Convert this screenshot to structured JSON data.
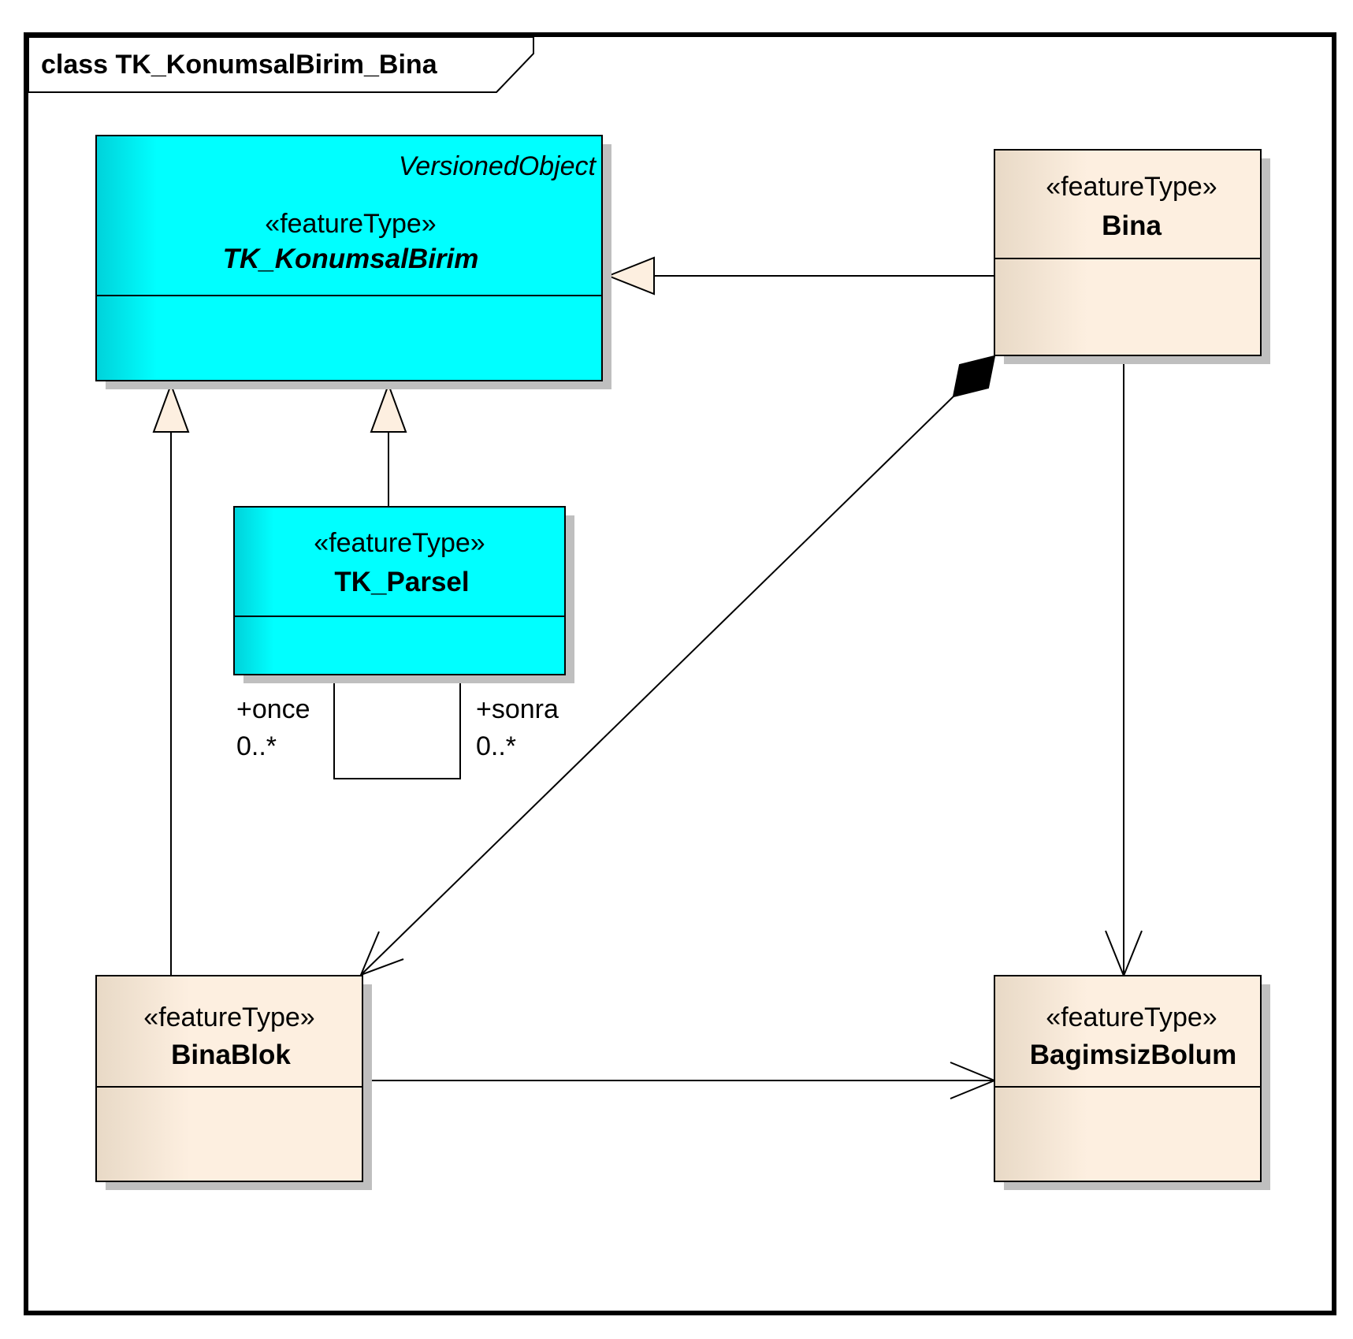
{
  "frame": {
    "title": "class TK_KonumsalBirim_Bina"
  },
  "colors": {
    "cyan_fill": "#00FFFF",
    "cyan_gradient_start": "#00D2DA",
    "beige_fill": "#FDEFE0",
    "beige_gradient_start": "#E8D9C6",
    "shadow": "#BFBFBF",
    "line": "#000000"
  },
  "classes": {
    "konumsal": {
      "tag": "VersionedObject",
      "stereotype": "«featureType»",
      "name": "TK_KonumsalBirim"
    },
    "bina": {
      "stereotype": "«featureType»",
      "name": "Bina"
    },
    "parsel": {
      "stereotype": "«featureType»",
      "name": "TK_Parsel"
    },
    "binablok": {
      "stereotype": "«featureType»",
      "name": "BinaBlok"
    },
    "bagimsiz": {
      "stereotype": "«featureType»",
      "name": "BagimsizBolum"
    }
  },
  "associations": {
    "parsel_self": {
      "left_role": "+once",
      "left_multiplicity": "0..*",
      "right_role": "+sonra",
      "right_multiplicity": "0..*"
    }
  }
}
